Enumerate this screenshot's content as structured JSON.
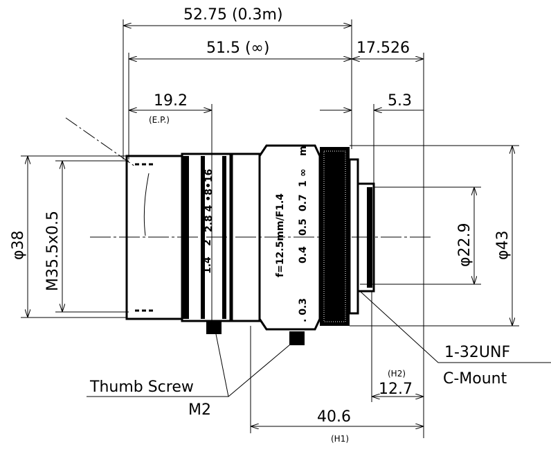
{
  "dimensions": {
    "overall_03m": "52.75 (0.3m)",
    "overall_inf": "51.5 (∞)",
    "flange_back": "17.526",
    "entrance_pupil": "19.2",
    "entrance_pupil_note": "(E.P.)",
    "mount_length": "5.3",
    "dia_front": "φ38",
    "filter_thread": "M35.5x0.5",
    "dia_mount": "φ22.9",
    "dia_body": "φ43",
    "h1_value": "40.6",
    "h1_label": "(H1)",
    "h2_value": "12.7",
    "h2_label": "(H2)"
  },
  "callouts": {
    "thumb_screw": "Thumb Screw",
    "screw_size": "M2",
    "mount_thread": "1-32UNF",
    "mount_type": "C-Mount"
  },
  "lens_markings": {
    "focal": "f=12.5mm/F1.4",
    "iris_scale_a": "1.4",
    "iris_scale_b": "2",
    "iris_scale_c": "2.8  4 •8•16",
    "focus_m": "m",
    "focus_inf": "∞",
    "focus_1": "1",
    "focus_07": "0.7",
    "focus_05": "0.5",
    "focus_04": "0.4",
    "focus_03": ". 0.3"
  }
}
